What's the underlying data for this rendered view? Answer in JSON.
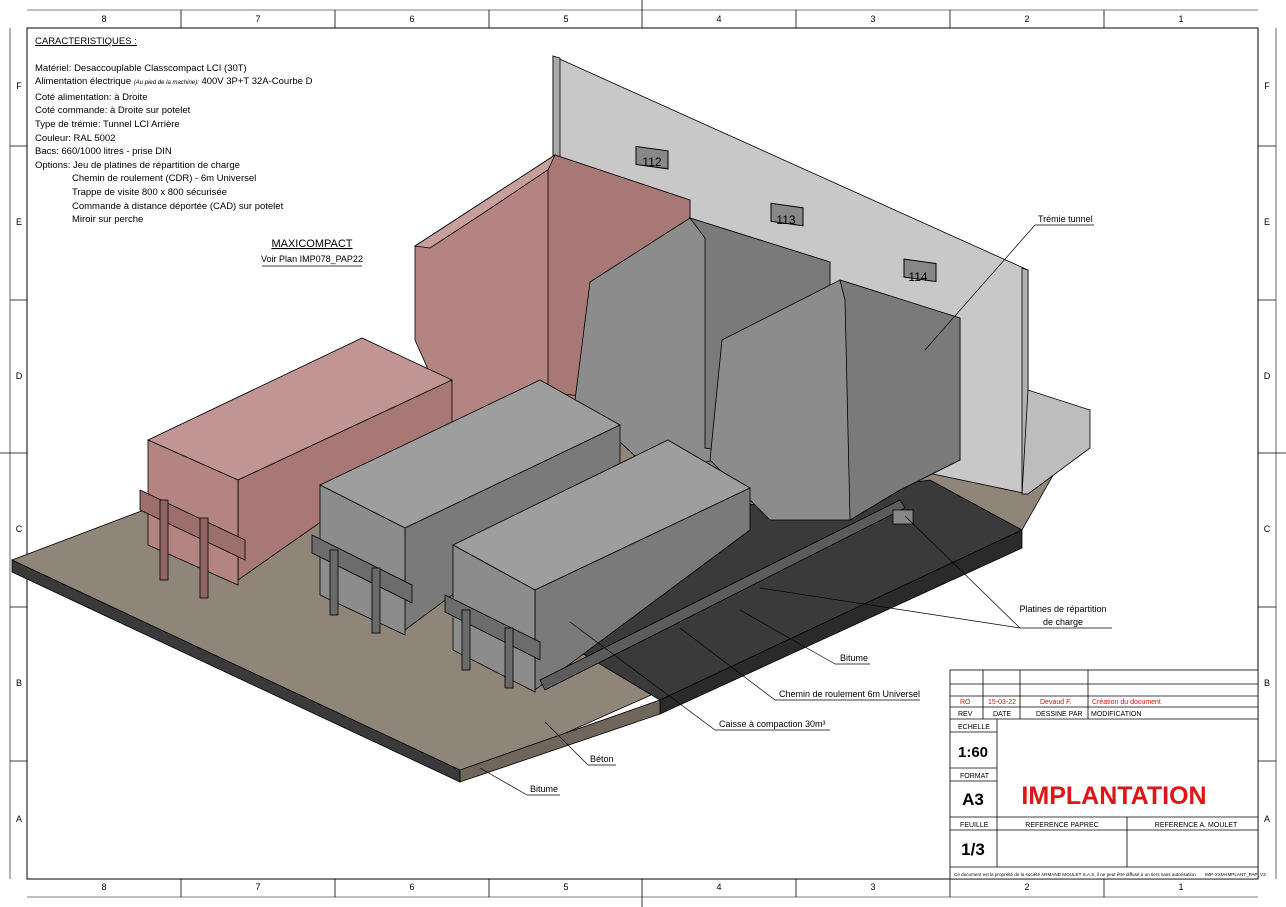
{
  "frame": {
    "columns": [
      "8",
      "7",
      "6",
      "5",
      "4",
      "3",
      "2",
      "1"
    ],
    "rows": [
      "F",
      "E",
      "D",
      "C",
      "B",
      "A"
    ]
  },
  "specs": {
    "title": "CARACTERISTIQUES :",
    "lines": [
      "Matériel: Desaccouplable Classcompact LCI (30T)",
      "Alimentation électrique",
      "Coté alimentation: à Droite",
      "Coté commande: à Droite sur potelet",
      "Type de trémie: Tunnel LCI Arrière",
      "Couleur: RAL 5002",
      "Bacs: 660/1000 litres - prise DIN",
      "Options: Jeu de platines de répartition de charge"
    ],
    "power_note": "(Au pied de la machine):",
    "power_value": "400V 3P+T 32A-Courbe D",
    "options": [
      "Chemin de roulement (CDR) - 6m Universel",
      "Trappe de visite 800 x 800 sécurisée",
      "Commande à distance  déportée (CAD) sur potelet",
      "Miroir sur perche"
    ]
  },
  "drawing": {
    "maxicompact_title": "MAXICOMPACT",
    "maxicompact_ref": "Voir Plan IMP078_PAP22",
    "bay_numbers": [
      "112",
      "113",
      "114"
    ],
    "labels": {
      "tremie": "Trémie tunnel",
      "platines": "Platines de répartition",
      "platines2": "de charge",
      "bitume_right": "Bitume",
      "chemin": "Chemin de roulement 6m Universel",
      "caisse": "Caisse à compaction 30m³",
      "beton": "Béton",
      "bitume_left": "Bitume"
    },
    "colors": {
      "pink_body": "#b48482",
      "grey_body": "#8c8c8c",
      "wall": "#c8c8c8",
      "bitumen": "#3a3a3a",
      "concrete": "#8f8578"
    }
  },
  "title_block": {
    "revision": {
      "rev": "RO",
      "date": "15-03-22",
      "by": "Devaud F.",
      "modification": "Création du document"
    },
    "headers": {
      "rev": "REV",
      "date": "DATE",
      "by": "DESSINE PAR",
      "modification": "MODIFICATION"
    },
    "scale_label": "ECHELLE",
    "scale": "1:60",
    "format_label": "FORMAT",
    "format": "A3",
    "title": "IMPLANTATION",
    "sheet_label": "FEUILLE",
    "sheet": "1/3",
    "ref_paprec": "REFERENCE PAPREC",
    "ref_moulet": "REFERENCE A. MOULET",
    "footer": "Ce document est la propriété de la société ARMAND MOULET S.A.S, il ne peut être diffusé à un tiers sans autorisation",
    "file_ref": "IMP-XXM-IMPLANT_PAP_V3"
  }
}
